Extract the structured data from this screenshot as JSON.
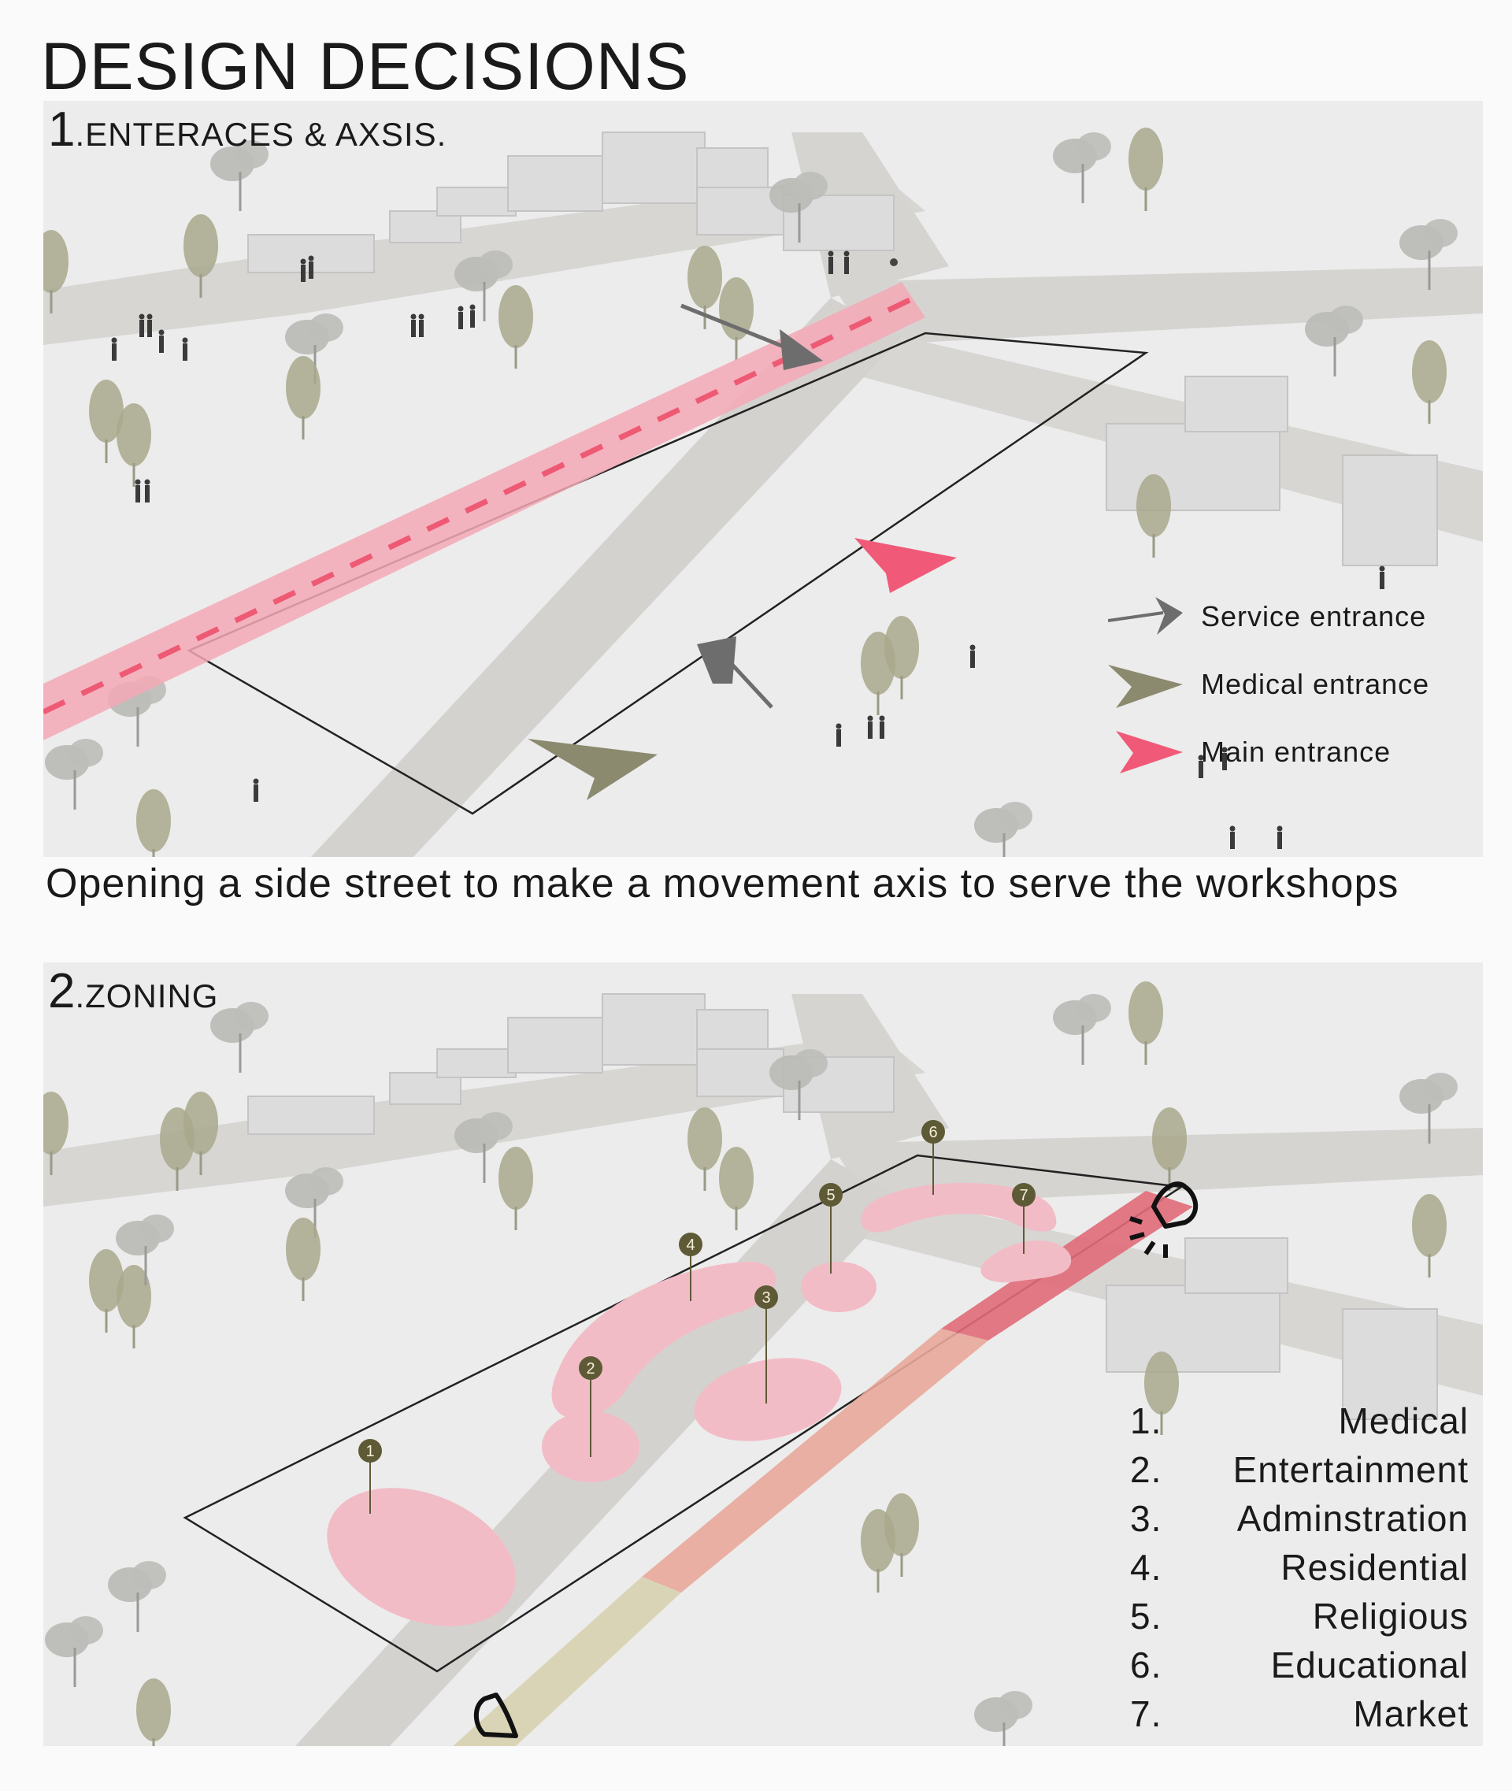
{
  "title": "DESIGN DECISIONS",
  "section1": {
    "number": "1",
    "heading": ".ENTERACES & AXSIS.",
    "legend": [
      {
        "label": "Service entrance",
        "icon": "dark-gray-arrow-icon",
        "color": "#6d6d6d"
      },
      {
        "label": "Medical entrance",
        "icon": "olive-arrow-icon",
        "color": "#8b8a6f"
      },
      {
        "label": "Main entrance",
        "icon": "pink-arrow-icon",
        "color": "#f05a78"
      }
    ]
  },
  "caption": "Opening a side street to make a movement axis to serve the workshops",
  "section2": {
    "number": "2",
    "heading": ".ZONING",
    "markers": [
      "1",
      "2",
      "3",
      "4",
      "5",
      "6",
      "7"
    ],
    "zones": [
      {
        "num": "1.",
        "name": "Medical"
      },
      {
        "num": "2.",
        "name": "Entertainment"
      },
      {
        "num": "3.",
        "name": "Adminstration"
      },
      {
        "num": "4.",
        "name": "Residential"
      },
      {
        "num": "5.",
        "name": "Religious"
      },
      {
        "num": "6.",
        "name": "Educational"
      },
      {
        "num": "7.",
        "name": "Market"
      }
    ]
  },
  "colors": {
    "panel_bg": "#ececec",
    "road": "#d3d2cf",
    "axis_pink": "#f4a9b6",
    "axis_dash": "#ee5a74",
    "zone_pink": "#f2bcc6",
    "tree": "#a9a88c",
    "marker": "#5e5a36"
  }
}
